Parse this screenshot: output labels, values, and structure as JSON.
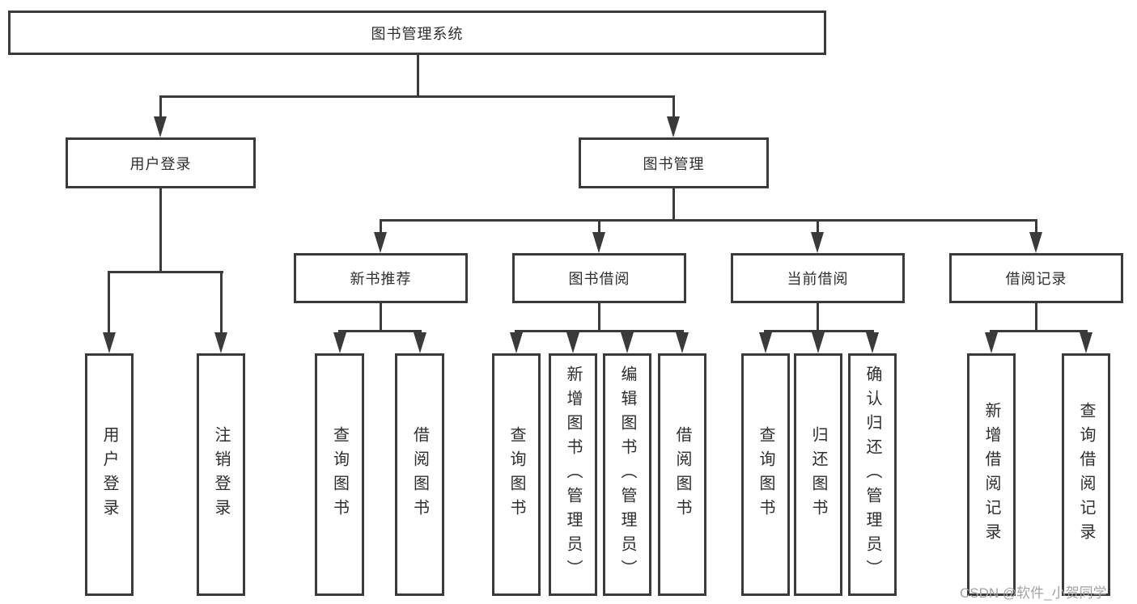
{
  "tree": {
    "root": {
      "label": "图书管理系统"
    },
    "branches": [
      {
        "label": "用户登录",
        "children": [
          {
            "label": "用户登录"
          },
          {
            "label": "注销登录"
          }
        ]
      },
      {
        "label": "图书管理",
        "children": [
          {
            "label": "新书推荐",
            "children": [
              {
                "label": "查询图书"
              },
              {
                "label": "借阅图书"
              }
            ]
          },
          {
            "label": "图书借阅",
            "children": [
              {
                "label": "查询图书"
              },
              {
                "label": "新增图书（管理员）"
              },
              {
                "label": "编辑图书（管理员）"
              },
              {
                "label": "借阅图书"
              }
            ]
          },
          {
            "label": "当前借阅",
            "children": [
              {
                "label": "查询图书"
              },
              {
                "label": "归还图书"
              },
              {
                "label": "确认归还（管理员）"
              }
            ]
          },
          {
            "label": "借阅记录",
            "children": [
              {
                "label": "新增借阅记录"
              },
              {
                "label": "查询借阅记录"
              }
            ]
          }
        ]
      }
    ]
  },
  "watermark": {
    "text": "CSDN @软件_小贺同学"
  },
  "colors": {
    "line": "#3a3a3a",
    "text": "#2e2e2e",
    "watermark": "#a3a3a3",
    "background": "#ffffff"
  }
}
